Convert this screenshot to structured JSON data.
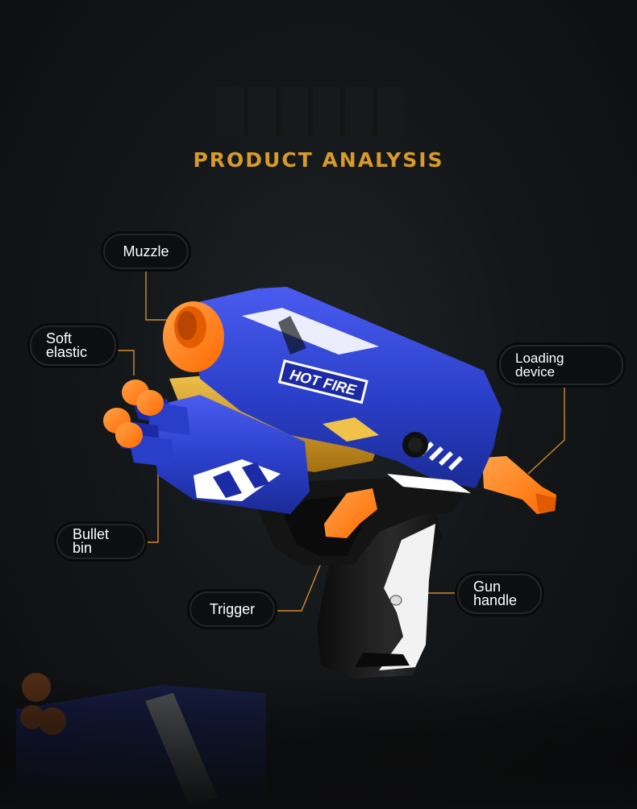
{
  "header": {
    "title": "PRODUCT ANALYSIS"
  },
  "product": {
    "brand_badge": "HOT FIRE"
  },
  "callouts": {
    "muzzle": "Muzzle",
    "soft_elastic": "Soft\nelastic",
    "bullet_bin": "Bullet bin",
    "trigger": "Trigger",
    "gun_handle": "Gun\nhandle",
    "loading_device": "Loading device"
  },
  "colors": {
    "background": "#111416",
    "title": "#d89a2a",
    "leader_line": "#d18a2e",
    "gun_blue": "#2a3fc9",
    "gun_orange": "#ff7a12",
    "gun_gold": "#c8911f",
    "gun_black": "#141414"
  }
}
